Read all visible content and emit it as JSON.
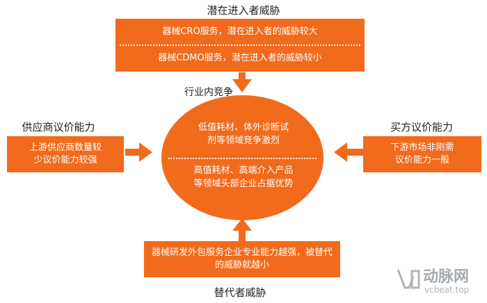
{
  "top": {
    "title": "潜在进入者威胁",
    "row1": "器械CRO服务，潜在进入者的威胁较大",
    "row2": "器械CDMO服务，潜在进入者的威胁较小"
  },
  "center": {
    "title": "行业内竞争",
    "upper": "低值耗材、体外诊断试剂等领域竞争激烈",
    "lower": "高值耗材、高端介入产品等领域头部企业占据优势"
  },
  "left": {
    "title": "供应商议价能力",
    "text": "上游供应商数量较少议价能力较强"
  },
  "right": {
    "title": "买方议价能力",
    "text": "下游市场非刚需议价能力一般"
  },
  "bottom": {
    "text": "器械研发外包服务企业专业能力越强，被替代的威胁就越小",
    "title": "替代者威胁"
  },
  "watermark": {
    "logo_text": "动脉网",
    "url": "vcbeat.top"
  },
  "colors": {
    "accent": "#f26a1b",
    "text": "#222222"
  }
}
